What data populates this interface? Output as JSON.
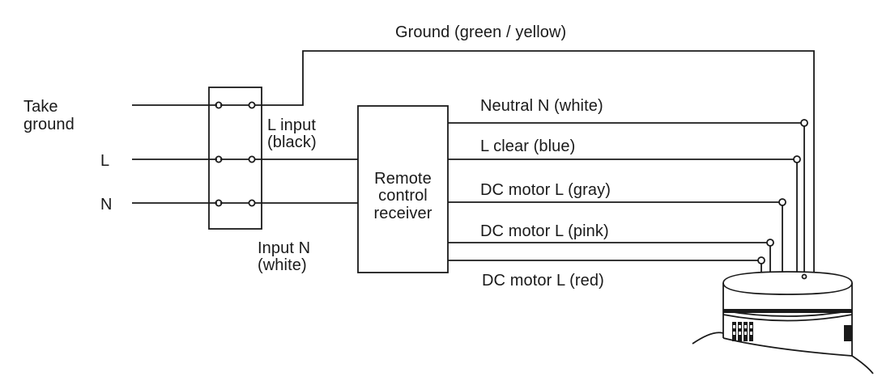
{
  "wiring": {
    "ground_wire": "Ground (green / yellow)",
    "inputs": {
      "take_ground_line1": "Take",
      "take_ground_line2": "ground",
      "l": "L",
      "n": "N"
    },
    "switch_out": {
      "l_input_line1": "L input",
      "l_input_line2": "(black)",
      "input_n_line1": "Input N",
      "input_n_line2": "(white)"
    },
    "receiver": {
      "line1": "Remote",
      "line2": "control",
      "line3": "receiver"
    },
    "outputs": [
      "Neutral N (white)",
      "L clear (blue)",
      "DC motor L (gray)",
      "DC motor L (pink)",
      "DC motor L (red)"
    ]
  }
}
